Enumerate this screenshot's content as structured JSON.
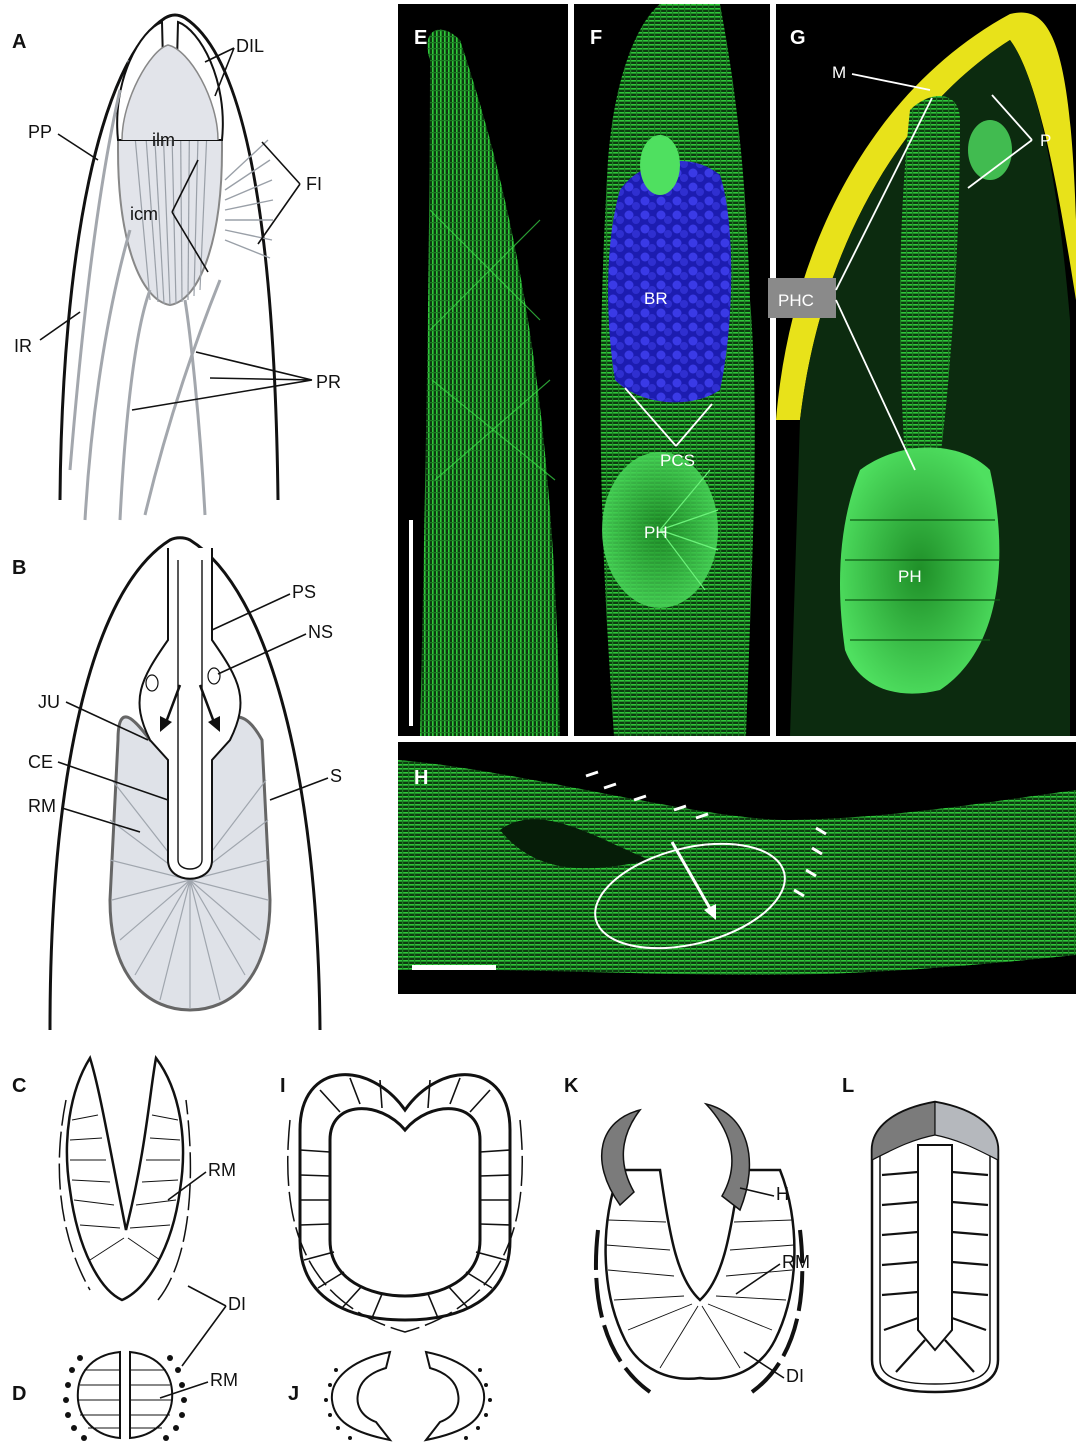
{
  "figure": {
    "panels": {
      "A": "A",
      "B": "B",
      "C": "C",
      "D": "D",
      "E": "E",
      "F": "F",
      "G": "G",
      "H": "H",
      "I": "I",
      "J": "J",
      "K": "K",
      "L": "L"
    },
    "labels": {
      "A": {
        "dil": "DIL",
        "pp": "PP",
        "ilm": "ilm",
        "icm": "icm",
        "fi": "FI",
        "ir": "IR",
        "pr": "PR"
      },
      "B": {
        "ps": "PS",
        "ns": "NS",
        "ju": "JU",
        "ce": "CE",
        "rm": "RM",
        "s": "S"
      },
      "C": {
        "rm": "RM",
        "di": "DI"
      },
      "D": {
        "rm": "RM"
      },
      "F": {
        "br": "BR",
        "pcs": "PCS",
        "ph": "PH"
      },
      "G": {
        "m": "M",
        "p": "P",
        "phc": "PHC",
        "ph": "PH"
      },
      "K": {
        "h": "H",
        "rm": "RM",
        "di": "DI"
      }
    },
    "colors": {
      "muscle_green": "#2fc93a",
      "nuclei_blue": "#2b2bd6",
      "cuticle_yellow": "#e8e21a",
      "diagram_gray": "#8a8a8a",
      "dark_gray_fill": "#7b7b7b",
      "light_gray_fill": "#b5b8bd"
    }
  }
}
